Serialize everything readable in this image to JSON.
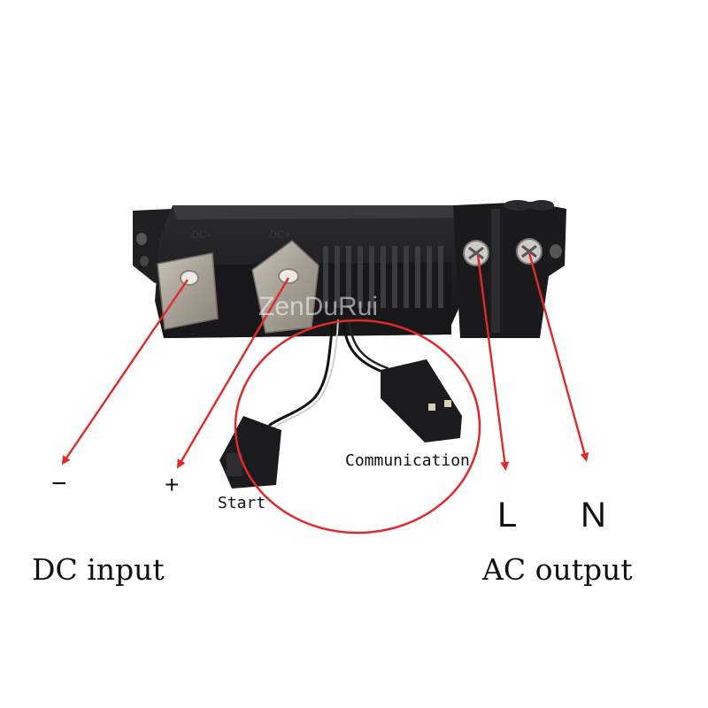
{
  "labels": {
    "dc_minus": "−",
    "dc_plus": "+",
    "start": "Start",
    "communication": "Communication",
    "ac_l": "L",
    "ac_n": "N",
    "dc_input": "DC input",
    "ac_output": "AC output"
  },
  "product_marks": {
    "watermark": "ZenDuRui",
    "terminal_dc_minus": "DC-",
    "terminal_dc_plus": "DC+"
  },
  "colors": {
    "annotation": "#e02a2a",
    "connector_body": "#1c1c1e",
    "metal_tab": "#a9a39b",
    "text": "#111111"
  }
}
